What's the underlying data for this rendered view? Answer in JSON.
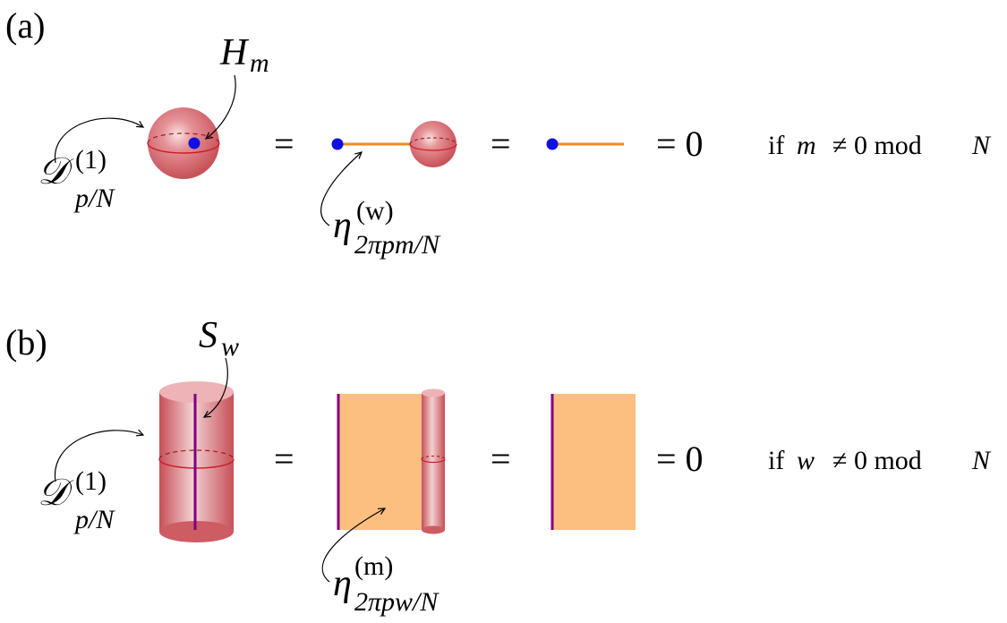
{
  "panel_a": {
    "label": "(a)",
    "operator": {
      "symbol": "𝒟",
      "superscript": "(1)",
      "subscript": "p/N"
    },
    "insertion": {
      "symbol": "H",
      "subscript": "m"
    },
    "line": {
      "symbol": "η",
      "superscript": "(w)",
      "subscript": "2πpm/N"
    },
    "equals": [
      "=",
      "=",
      "= 0"
    ],
    "condition": {
      "prefix": "if",
      "variable": "m",
      "rest": "≠ 0 mod",
      "modulus": "N"
    }
  },
  "panel_b": {
    "label": "(b)",
    "operator": {
      "symbol": "𝒟",
      "superscript": "(1)",
      "subscript": "p/N"
    },
    "insertion": {
      "symbol": "S",
      "subscript": "w"
    },
    "surface": {
      "symbol": "η",
      "superscript": "(m)",
      "subscript": "2πpw/N"
    },
    "equals": [
      "=",
      "=",
      "= 0"
    ],
    "condition": {
      "prefix": "if",
      "variable": "w",
      "rest": "≠ 0 mod",
      "modulus": "N"
    }
  },
  "colors": {
    "sphere": "#d86a70",
    "surface_fill": "#fdbf80",
    "line_orange": "#f28a1e",
    "point_blue": "#1010e0",
    "purple": "#800080",
    "curve": "#cc1b25"
  }
}
